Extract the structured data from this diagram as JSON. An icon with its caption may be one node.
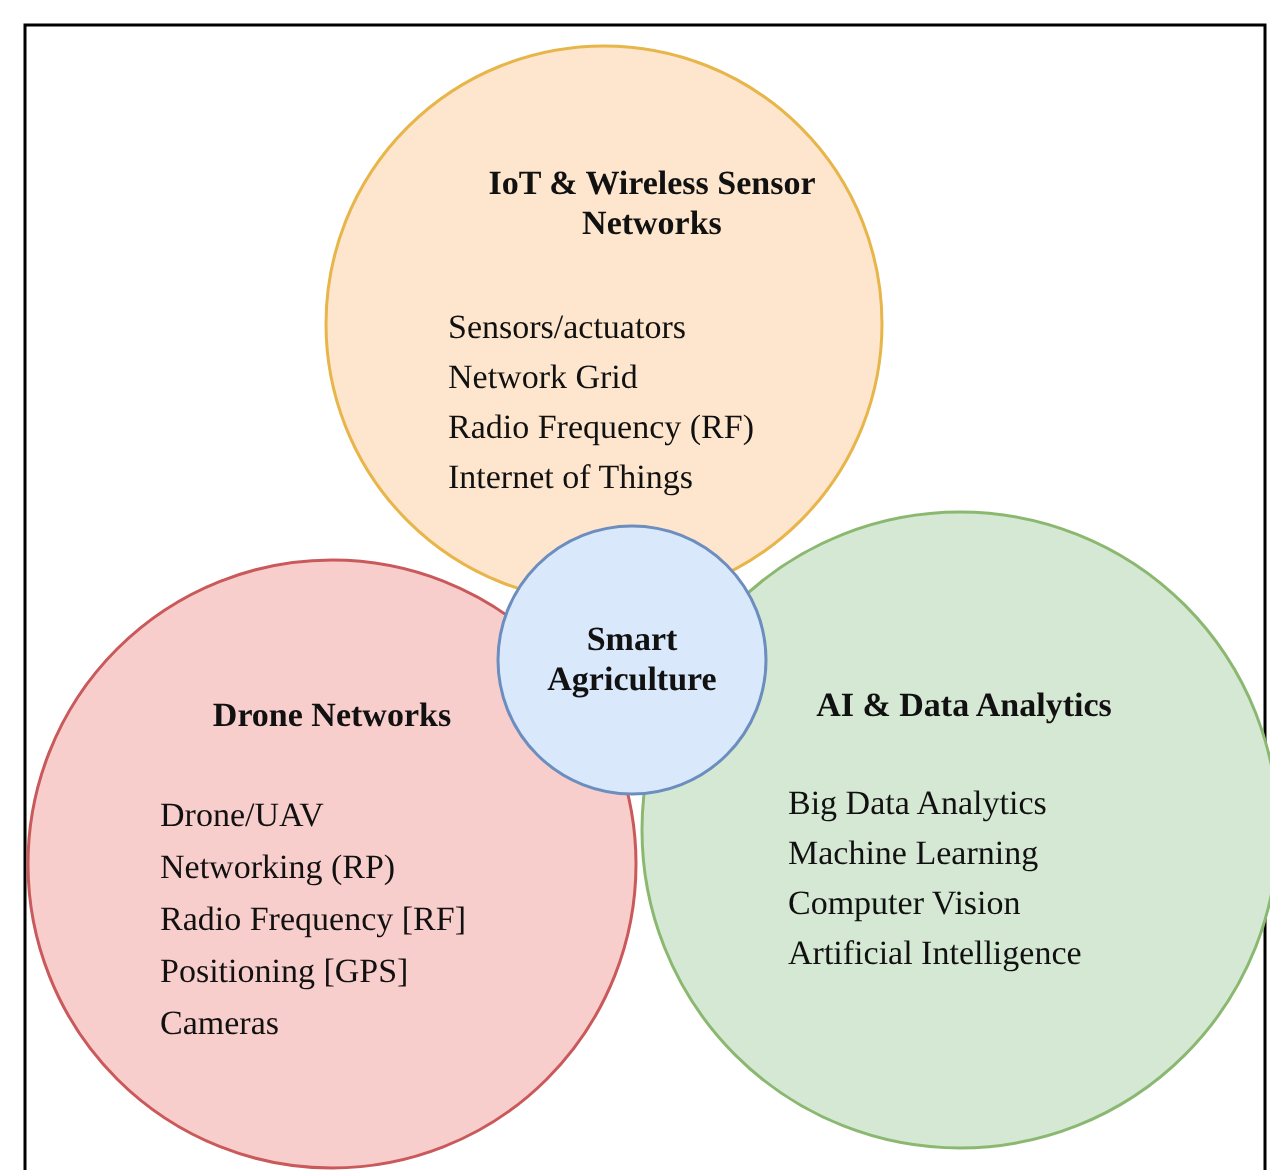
{
  "diagram": {
    "nodes": [
      {
        "text": [
          "IoT & Wireless Sensor Networks",
          "Sensors/actuators",
          "Network Grid",
          "Radio Frequency (RF)",
          "Internet of Things"
        ]
      },
      {
        "text": [
          "Drone Networks",
          "Drone/UAV",
          "Networking (RP)",
          "Radio Frequency [RF]",
          "Positioning [GPS]",
          "Cameras"
        ]
      },
      {
        "text": [
          "AI & Data Analytics",
          "Big Data Analytics",
          "Machine Learning",
          "Computer Vision",
          "Artificial Intelligence"
        ]
      },
      {
        "text": [
          "Smart Agriculture"
        ]
      }
    ]
  }
}
